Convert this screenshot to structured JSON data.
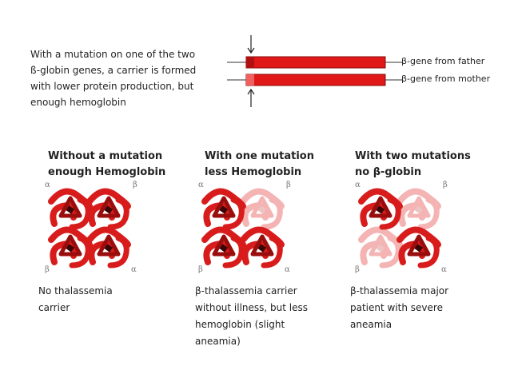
{
  "intro": {
    "lines": [
      "With a mutation on one of the two",
      "ß-globin genes, a carrier is formed",
      "with lower protein production, but",
      "enough hemoglobin"
    ]
  },
  "genes": {
    "father_label": "β-gene from father",
    "mother_label": "β-gene from mother",
    "bar_color": "#e01818",
    "arrow_icon": "down-arrow-icon"
  },
  "panels": [
    {
      "title_lines": [
        "Without a mutation",
        "enough Hemoglobin"
      ],
      "labels": {
        "tl": "α",
        "tr": "β",
        "bl": "β",
        "br": "α"
      },
      "caption_lines": [
        "No thalassemia",
        "carrier"
      ],
      "subunit_opacity": {
        "tl": 1.0,
        "tr": 1.0,
        "bl": 1.0,
        "br": 1.0
      }
    },
    {
      "title_lines": [
        "With one mutation",
        "less Hemoglobin"
      ],
      "labels": {
        "tl": "α",
        "tr": "β",
        "bl": "β",
        "br": "α"
      },
      "caption_lines": [
        "β-thalassemia carrier",
        "without illness, but less",
        "hemoglobin (slight",
        "aneamia)"
      ],
      "subunit_opacity": {
        "tl": 1.0,
        "tr": 0.25,
        "bl": 1.0,
        "br": 1.0
      }
    },
    {
      "title_lines": [
        "With two mutations",
        "no β-globin"
      ],
      "labels": {
        "tl": "α",
        "tr": "β",
        "bl": "β",
        "br": "α"
      },
      "caption_lines": [
        "β-thalassemia major",
        "patient with severe",
        "aneamia"
      ],
      "subunit_opacity": {
        "tl": 1.0,
        "tr": 0.25,
        "bl": 0.25,
        "br": 1.0
      }
    }
  ],
  "colors": {
    "protein_main": "#d81c1c",
    "protein_dark": "#9a0d0d",
    "protein_light": "#f2a2a2"
  }
}
